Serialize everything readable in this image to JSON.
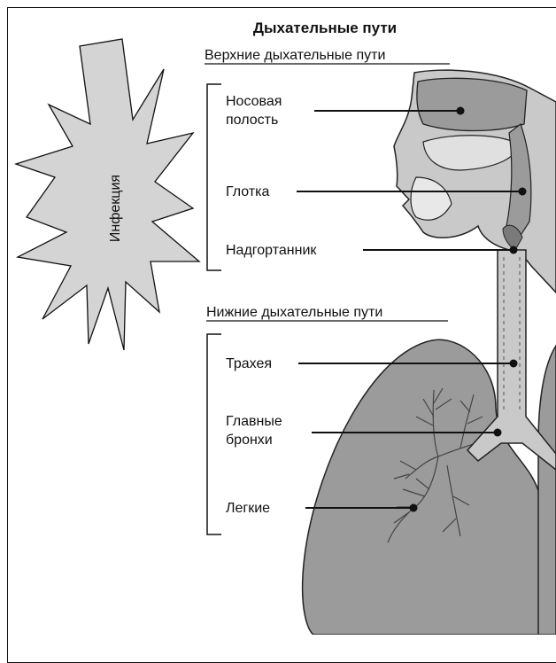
{
  "title": "Дыхательные пути",
  "upper_section": "Верхние дыхательные пути",
  "lower_section": "Нижние дыхательные пути",
  "infection_label": "Инфекция",
  "labels": {
    "nasal_line1": "Носовая",
    "nasal_line2": "полость",
    "pharynx": "Глотка",
    "epiglottis": "Надгортанник",
    "trachea": "Трахея",
    "bronchi_line1": "Главные",
    "bronchi_line2": "бронхи",
    "lungs": "Легкие"
  },
  "colors": {
    "tissue": "#9b9b9b",
    "light_tissue": "#c9c9c9",
    "outline": "#222222"
  }
}
